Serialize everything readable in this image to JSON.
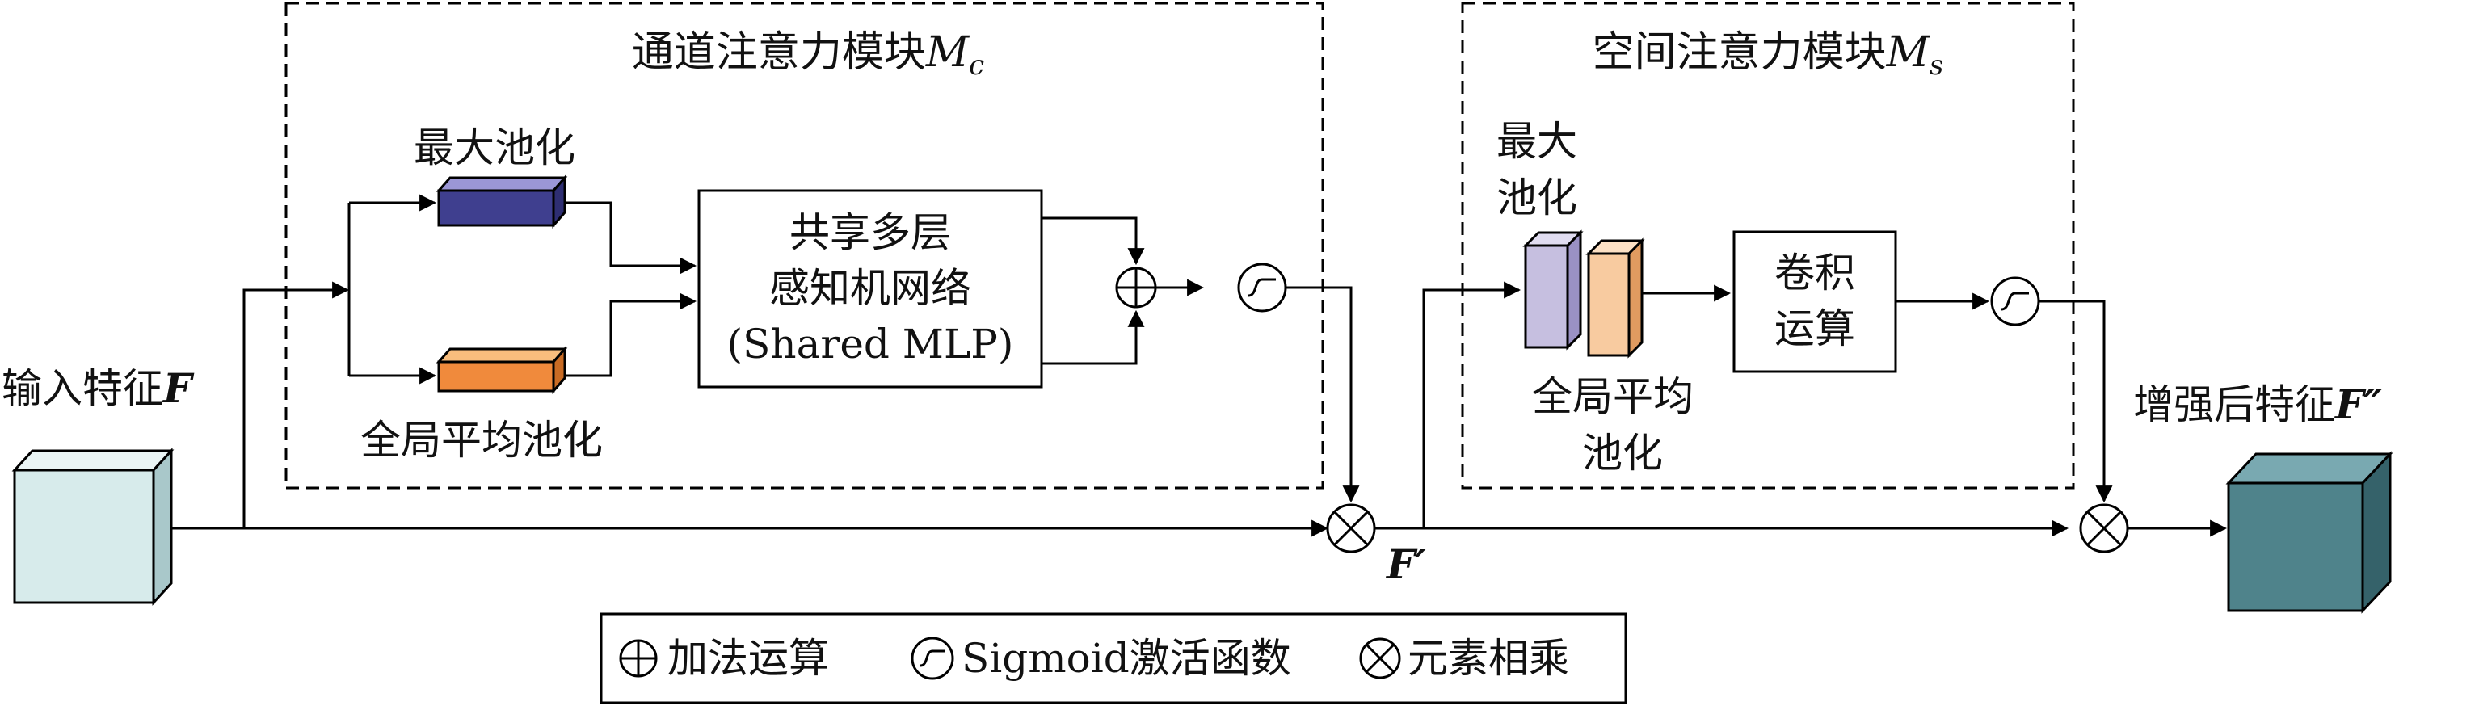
{
  "channel_module": {
    "title": "通道注意力模块",
    "symbol": "M",
    "subscript": "c"
  },
  "spatial_module": {
    "title": "空间注意力模块",
    "symbol": "M",
    "subscript": "s"
  },
  "input": {
    "label": "输入特征",
    "symbol": "F"
  },
  "output": {
    "label": "增强后特征",
    "symbol": "F″"
  },
  "intermediate": {
    "symbol": "F′"
  },
  "channel": {
    "max_pool": "最大池化",
    "avg_pool": "全局平均池化",
    "mlp_line1": "共享多层",
    "mlp_line2": "感知机网络",
    "mlp_line3": "(Shared MLP)"
  },
  "spatial": {
    "max_pool_line1": "最大",
    "max_pool_line2": "池化",
    "avg_pool_line1": "全局平均",
    "avg_pool_line2": "池化",
    "conv_line1": "卷积",
    "conv_line2": "运算"
  },
  "legend": {
    "add": "加法运算",
    "sigmoid": "Sigmoid激活函数",
    "multiply": "元素相乘"
  },
  "colors": {
    "input_cube_front": "#d7ebeb",
    "input_cube_side": "#a9c8ca",
    "input_cube_top": "#eaf5f5",
    "output_cube_front": "#4f838b",
    "output_cube_side": "#35626a",
    "output_cube_top": "#79a9b1",
    "max_pool_front": "#3f3f8f",
    "max_pool_top": "#9b96d6",
    "avg_pool_front": "#f08a3c",
    "avg_pool_top": "#f9bd7d",
    "spatial_max_front": "#c6bfe0",
    "spatial_max_side": "#9a91c4",
    "spatial_avg_front": "#f8cba0",
    "spatial_avg_side": "#e09b60"
  }
}
